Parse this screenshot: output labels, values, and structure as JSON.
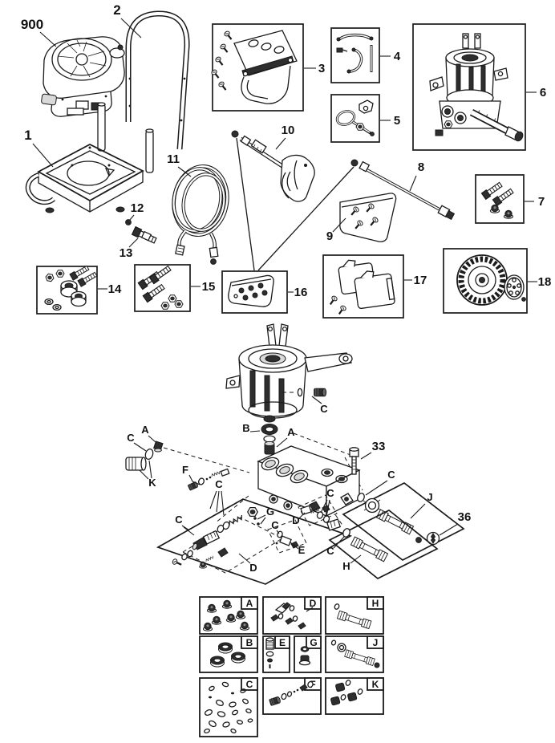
{
  "canvas": {
    "background": "#ffffff",
    "ink": "#1a1a1a"
  },
  "callouts": {
    "p900": "900",
    "p1": "1",
    "p2": "2",
    "p3": "3",
    "p4": "4",
    "p5": "5",
    "p6": "6",
    "p7": "7",
    "p8": "8",
    "p9": "9",
    "p10": "10",
    "p11": "11",
    "p12": "12",
    "p13": "13",
    "p14": "14",
    "p15": "15",
    "p16": "16",
    "p17": "17",
    "p18": "18",
    "p33": "33",
    "p36": "36"
  },
  "letters": {
    "A": "A",
    "B": "B",
    "C": "C",
    "D": "D",
    "E": "E",
    "F": "F",
    "G": "G",
    "H": "H",
    "J": "J",
    "K": "K"
  },
  "kit_grid": [
    {
      "letter": "A"
    },
    {
      "letter": "D"
    },
    {
      "letter": "H"
    },
    {
      "letter": "B"
    },
    {
      "letter": "E"
    },
    {
      "letter": "G"
    },
    {
      "letter": "J"
    },
    {
      "letter": "C"
    },
    {
      "letter": "F"
    },
    {
      "letter": "K"
    }
  ]
}
